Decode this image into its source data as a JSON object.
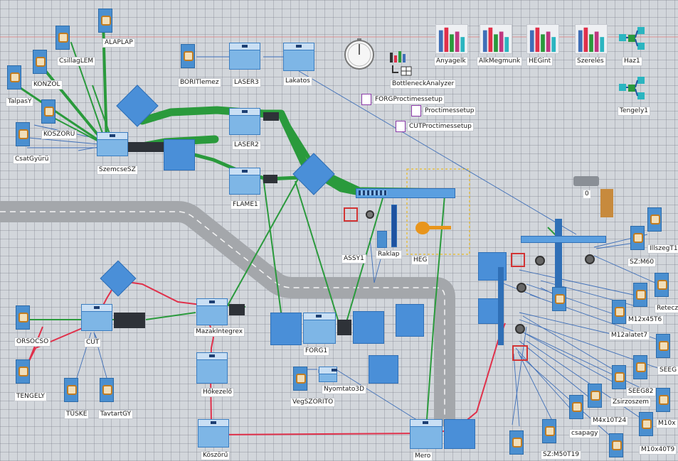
{
  "colors": {
    "flow_green": "#2a9a3c",
    "flow_red": "#e0304a",
    "connector_blue": "#3f6fb8",
    "road": "#a4a7ab",
    "buffer_blue": "#4a8fd8",
    "machine_blue": "#7eb6e6"
  },
  "nodes": {
    "alaplap": "ALAPLAP",
    "csillaglem": "CsillagLEM",
    "konzol": "KONZOL",
    "talpasy": "TalpasY",
    "koszoru": "KOSZORU",
    "csatgyuru": "CsatGyürü",
    "szemcsesz": "SzemcseSZ",
    "boritlemez": "BORITlemez",
    "laser3": "LASER3",
    "lakatos": "Lakatos",
    "laser2": "LASER2",
    "flame1": "FLAME1",
    "assy1": "ASSY1",
    "raklap": "Raklap",
    "heg": "HEG",
    "orsocso": "ORSOCSO",
    "cut": "CUT",
    "tengely": "TENGELY",
    "tuske": "TÜSKE",
    "tavtartgy": "TavtartGY",
    "mazakintegrex": "MazakIntegrex",
    "forg1": "FORG1",
    "hokezelo": "Hőkezelő",
    "koszoru2": "Köszörű",
    "nyomtato3d": "Nyomtato3D",
    "vegszorito": "VegSZORITO",
    "mero": "Mero",
    "illszegt": "IllszegT1",
    "szim60": "SZ:M60",
    "retecz": "Retecz",
    "m12x45t6": "M12x45T6",
    "m12alatet": "M12alatet7",
    "seeg": "SEEG",
    "seeg82": "SEEG82",
    "zsirzoszem": "Zsirzoszem",
    "m10x": "M10x",
    "m4x10t24": "M4x10T24",
    "csapagy": "csapagy",
    "m10x40t9": "M10x40T9",
    "szim50t19": "SZ:M50T19"
  },
  "widgets": {
    "bottleneck": "BottleneckAnalyzer",
    "forgproc": "FORGProctimessetup",
    "proctime": "Proctimessetup",
    "cutproc": "CUTProctimessetup",
    "anyagelk": "Anyagelk",
    "alkmegmunk": "AlkMegmunk",
    "hegint": "HEGint",
    "szereles": "Szerelés",
    "haz1": "Haz1",
    "tengely1": "Tengely1",
    "counter": "0"
  }
}
